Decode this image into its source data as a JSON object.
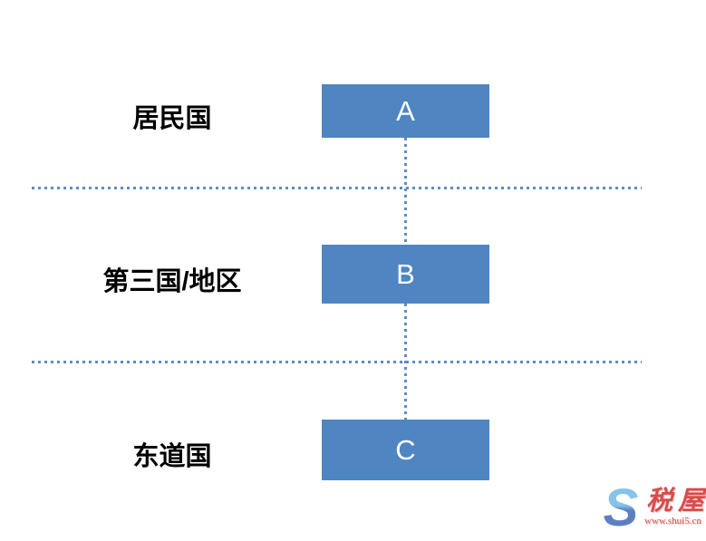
{
  "diagram": {
    "rows": [
      {
        "label": "居民国",
        "box": "A"
      },
      {
        "label": "第三国/地区",
        "box": "B"
      },
      {
        "label": "东道国",
        "box": "C"
      }
    ],
    "colors": {
      "box_fill": "#4f86c1",
      "box_text": "#ffffff",
      "dotted_line": "#5e8cc4",
      "label_text": "#000000"
    }
  },
  "watermark": {
    "logo_letter": "S",
    "brand": "税屋",
    "url": "www.shui5.cn",
    "colors": {
      "logo_top": "#85c4e8",
      "logo_bottom": "#5e7ec4",
      "text_red": "#d94b4b"
    }
  }
}
